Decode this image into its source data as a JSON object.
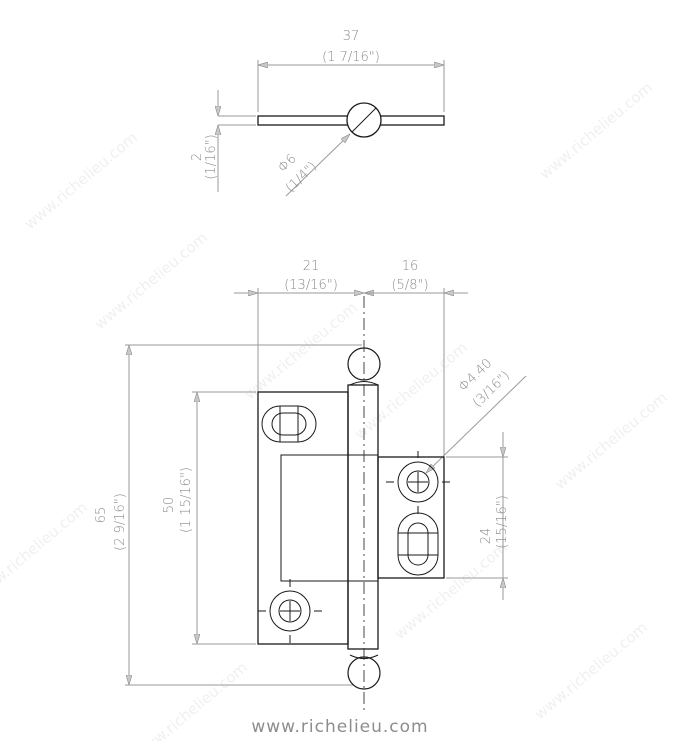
{
  "drawing": {
    "subject": "Non-mortise butt hinge with ball tips",
    "top_view": {
      "width_mm": "37",
      "width_in": "(1 7/16\")",
      "thickness_mm": "2",
      "thickness_in": "(1/16\")",
      "pin_diameter_mm": "Φ6",
      "pin_diameter_in": "(1/4\")"
    },
    "front_view": {
      "leaf_left_width_mm": "21",
      "leaf_left_width_in": "(13/16\")",
      "leaf_right_width_mm": "16",
      "leaf_right_width_in": "(5/8\")",
      "overall_height_mm": "65",
      "overall_height_in": "(2 9/16\")",
      "leaf_height_mm": "50",
      "leaf_height_in": "(1 15/16\")",
      "screw_hole_mm": "Φ4.40",
      "screw_hole_in": "(3/16\")",
      "inner_leaf_height_mm": "24",
      "inner_leaf_height_in": "(15/16\")"
    },
    "colors": {
      "line": "#1a1a1a",
      "dimension": "#9a9a9a",
      "text": "#8a8a8a",
      "watermark": "#f0f0f0"
    }
  },
  "footer": {
    "website": "www.richelieu.com"
  },
  "watermark": {
    "text": "www.richelieu.com"
  }
}
